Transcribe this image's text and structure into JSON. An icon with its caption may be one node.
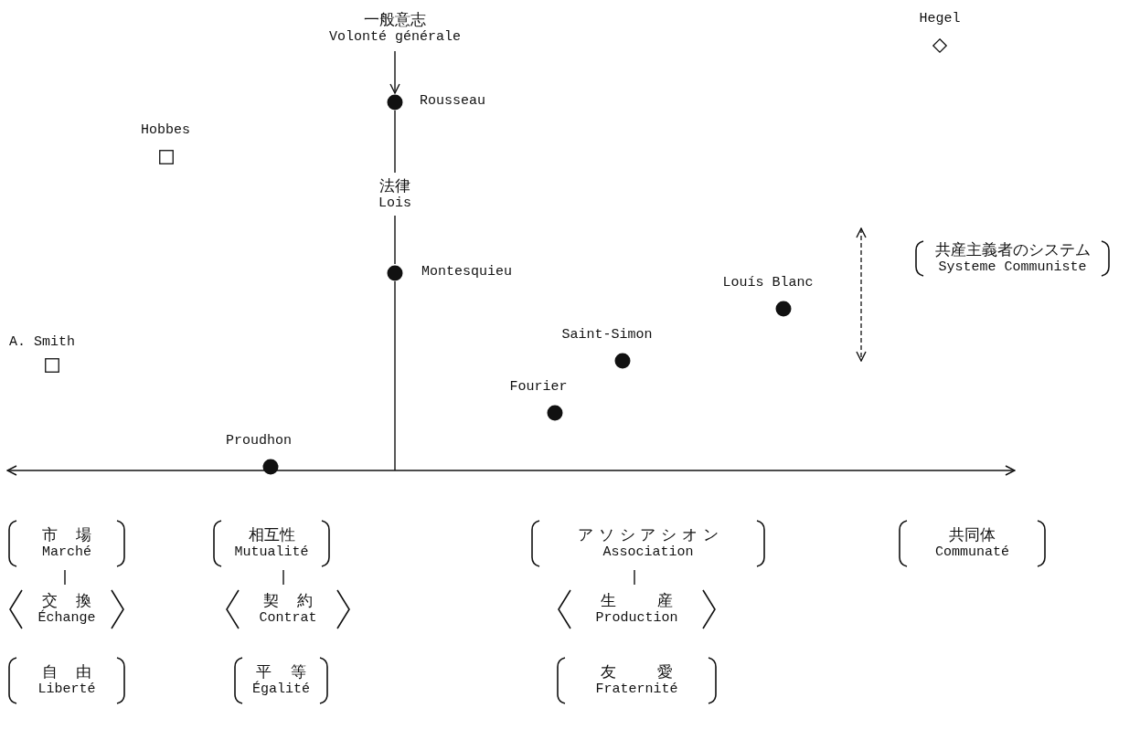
{
  "diagram": {
    "nodes": [
      {
        "text": [
          "一般意志",
          "Volonté générale"
        ]
      },
      {
        "text": [],
        "shape": "diamond",
        "beside": [
          "Hegel"
        ]
      },
      {
        "text": [],
        "shape": "circle",
        "beside": [
          "Rousseau"
        ]
      },
      {
        "text": [],
        "shape": "box",
        "beside": [
          "Hobbes"
        ]
      },
      {
        "text": [
          "法律",
          "Lois"
        ]
      },
      {
        "text": [],
        "shape": "circle",
        "beside": [
          "Montesquieu"
        ]
      },
      {
        "text": [
          "共産主義者のシステム",
          "Systeme Communiste"
        ]
      },
      {
        "text": [],
        "shape": "circle",
        "beside": [
          "Louís Blanc"
        ]
      },
      {
        "text": [],
        "shape": "box",
        "beside": [
          "A. Smith"
        ]
      },
      {
        "text": [],
        "shape": "circle",
        "beside": [
          "Saint-Simon"
        ]
      },
      {
        "text": [],
        "shape": "circle",
        "beside": [
          "Fourier"
        ]
      },
      {
        "text": [],
        "shape": "circle",
        "beside": [
          "Proudhon"
        ]
      },
      {
        "text": [
          "市場",
          "Marché"
        ]
      },
      {
        "text": [
          "相互性",
          "Mutualité"
        ]
      },
      {
        "text": [
          "アソシアシオン",
          "Association"
        ]
      },
      {
        "text": [
          "共同体",
          "Communaté"
        ]
      },
      {
        "text": [
          "交換",
          "Échange"
        ]
      },
      {
        "text": [
          "契約",
          "Contrat"
        ]
      },
      {
        "text": [
          "生産",
          "Production"
        ]
      },
      {
        "text": [
          "自由",
          "Liberté"
        ]
      },
      {
        "text": [
          "平等",
          "Égalité"
        ]
      },
      {
        "text": [
          "友愛",
          "Fraternité"
        ]
      }
    ],
    "edges": [
      {
        "from": 0,
        "to": 2,
        "arrow": "to"
      },
      {
        "from": 2,
        "to": 4,
        "arrow": "none"
      },
      {
        "from": 4,
        "to": 5,
        "arrow": "none"
      },
      {
        "from": 5,
        "to": null,
        "arrow": "none"
      },
      {
        "from": 12,
        "to": 16,
        "arrow": "none"
      },
      {
        "from": 13,
        "to": 17,
        "arrow": "none"
      },
      {
        "from": 14,
        "to": 18,
        "arrow": "none"
      }
    ]
  }
}
